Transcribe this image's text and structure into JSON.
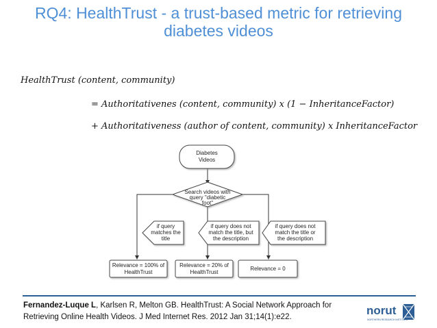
{
  "slide": {
    "title_line1": "RQ4: HealthTrust - a trust-based metric for retrieving",
    "title_line2": "diabetes videos"
  },
  "formula": {
    "line1": "HealthTrust (content, community)",
    "line2": "= Authoritativenes (content, community) x (1 − InheritanceFactor)",
    "line3": "+ Authoritativeness (author of  content, community) x InheritanceFactor"
  },
  "flowchart": {
    "start": [
      "Diabetes",
      "Videos"
    ],
    "decision": [
      "Search videos with",
      "query \"diabetic",
      "foot\""
    ],
    "cond_left": [
      "if query",
      "matches the",
      "title"
    ],
    "cond_middle": [
      "if query does not",
      "match the title, but",
      "the description"
    ],
    "cond_right": [
      "if query does not",
      "match the title or",
      "the description"
    ],
    "result_left": [
      "Relevance = 100% of",
      "HealthTrust"
    ],
    "result_middle": [
      "Relevance = 20% of",
      "HealthTrust"
    ],
    "result_right": [
      "Relevance = 0"
    ]
  },
  "reference": {
    "authors_bold": "Fernandez-Luque L",
    "line1_rest": ", Karlsen R, Melton GB. HealthTrust: A Social Network Approach for",
    "line2": "Retrieving Online Health Videos. J Med Internet Res. 2012 Jan 31;14(1):e22."
  },
  "logo": {
    "name": "norut",
    "tagline": "NORTHERN RESEARCH INSTITUTE"
  },
  "colors": {
    "title": "#4f8fd6",
    "rule": "#2d5e96",
    "logo": "#2d5e96"
  }
}
